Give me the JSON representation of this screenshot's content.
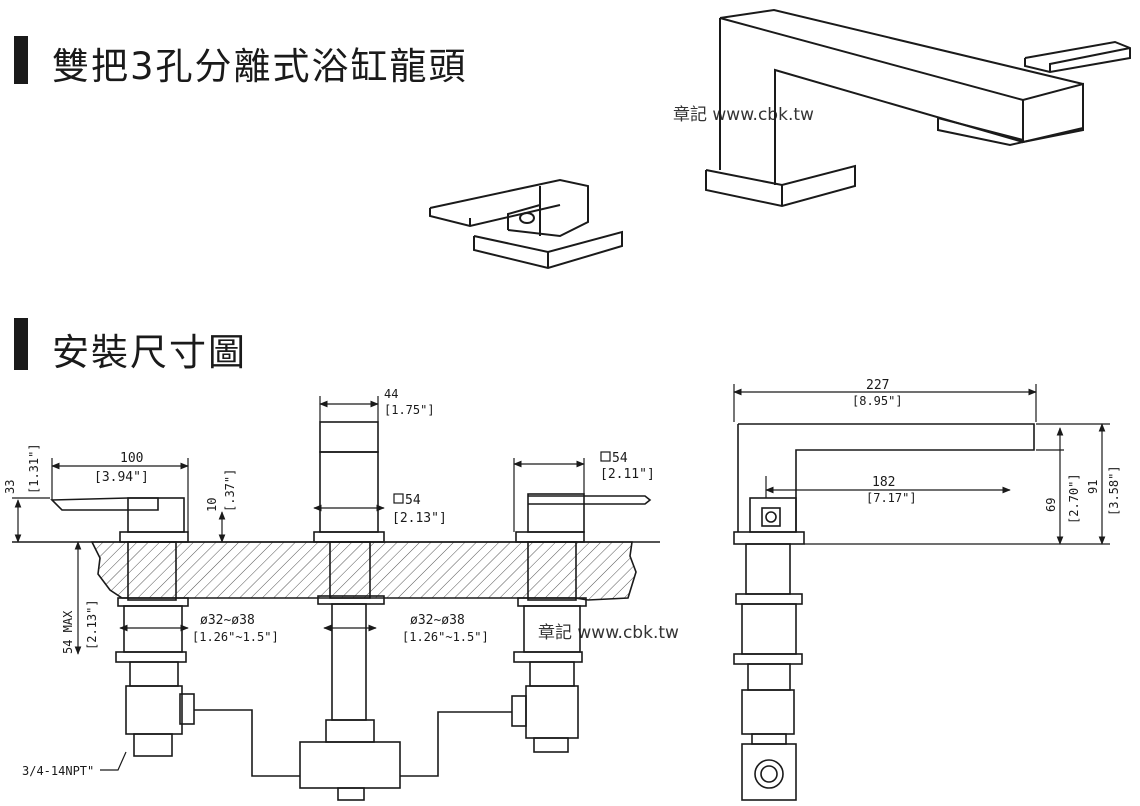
{
  "title_product": "雙把3孔分離式浴缸龍頭",
  "title_dimensions": "安裝尺寸圖",
  "watermark": "章記 www.cbk.tw",
  "dims": {
    "handle_width": "100",
    "handle_width_in": "[3.94\"]",
    "handle_height": "33",
    "handle_height_in": "[1.31\"]",
    "lever_gap": "10",
    "lever_gap_in": "[.37\"]",
    "spout_width": "44",
    "spout_width_in": "[1.75\"]",
    "base_square_center": "54",
    "base_square_center_in": "[2.13\"]",
    "base_square_right": "54",
    "base_square_right_in": "[2.11\"]",
    "deck_max": "54 MAX",
    "deck_max_in": "[2.13\"]",
    "hole_left": "ø32~ø38",
    "hole_left_in": "[1.26\"~1.5\"]",
    "hole_center": "ø32~ø38",
    "hole_center_in": "[1.26\"~1.5\"]",
    "npt": "3/4-14NPT\"",
    "spout_length": "227",
    "spout_length_in": "[8.95\"]",
    "spout_reach": "182",
    "spout_reach_in": "[7.17\"]",
    "spout_outlet_h": "69",
    "spout_outlet_h_in": "[2.70\"]",
    "spout_total_h": "91",
    "spout_total_h_in": "[3.58\"]"
  }
}
